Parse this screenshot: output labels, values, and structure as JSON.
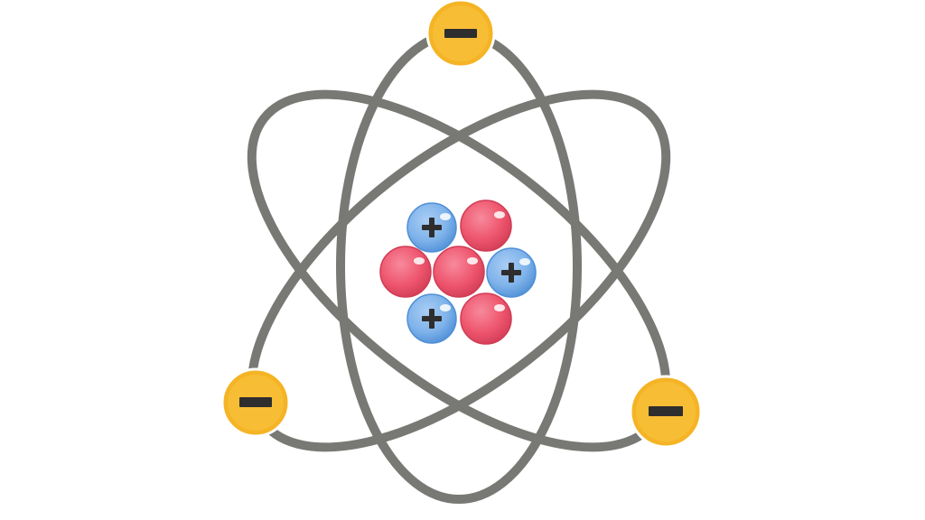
{
  "colors": {
    "background": "#ffffff",
    "orbit": "#787874",
    "electron_fill": "#f5b425",
    "electron_stroke": "#ffffff",
    "proton_fill": "#7fb3ea",
    "proton_edge": "#4f8fd6",
    "neutron_fill": "#ee566e",
    "neutron_edge": "#d13c55",
    "highlight": "#ffffff",
    "sign": "#2e2e2e"
  },
  "atom": {
    "orbit_count": 3,
    "electrons": [
      {
        "name": "electron-top",
        "charge": "negative",
        "orbit": "vertical"
      },
      {
        "name": "electron-left",
        "charge": "negative",
        "orbit": "tilted-right"
      },
      {
        "name": "electron-right",
        "charge": "negative",
        "orbit": "tilted-left"
      }
    ],
    "nucleus": {
      "protons": 3,
      "neutrons": 4,
      "particles": [
        {
          "type": "proton",
          "charge": "positive"
        },
        {
          "type": "neutron",
          "charge": "neutral"
        },
        {
          "type": "neutron",
          "charge": "neutral"
        },
        {
          "type": "neutron",
          "charge": "neutral"
        },
        {
          "type": "proton",
          "charge": "positive"
        },
        {
          "type": "proton",
          "charge": "positive"
        },
        {
          "type": "neutron",
          "charge": "neutral"
        }
      ]
    }
  }
}
